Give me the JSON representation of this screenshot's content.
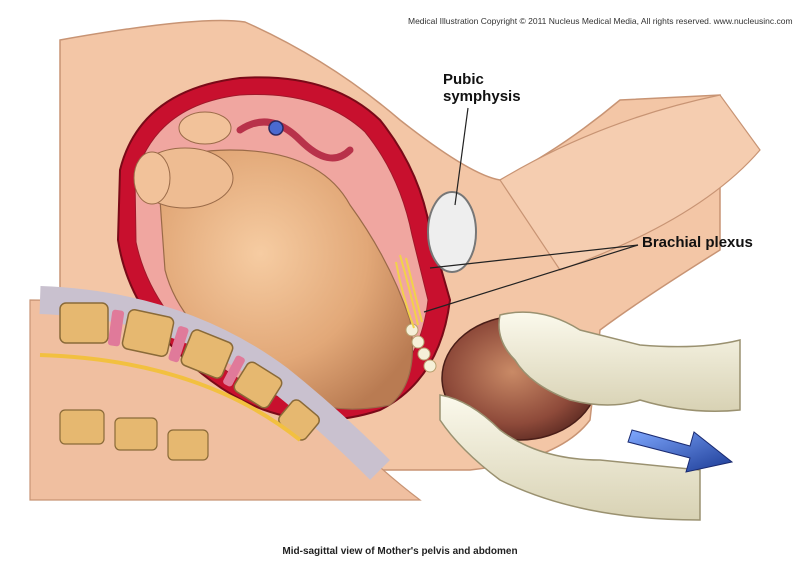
{
  "copyright": "Medical Illustration Copyright © 2011 Nucleus Medical Media, All rights reserved. www.nucleusinc.com",
  "labels": {
    "pubic_symphysis_line1": "Pubic",
    "pubic_symphysis_line2": "symphysis",
    "brachial_plexus": "Brachial plexus"
  },
  "caption": "Mid-sagittal view of Mother's pelvis and abdomen",
  "colors": {
    "skin": "#f3c6a6",
    "uterus_wall": "#c8102e",
    "uterus_inner": "#f0a6a0",
    "baby_skin": "#e9b486",
    "bone": "#e6b870",
    "glove": "#f2efd9",
    "arrow": "#2a4fae",
    "nerve": "#f2d24a"
  }
}
